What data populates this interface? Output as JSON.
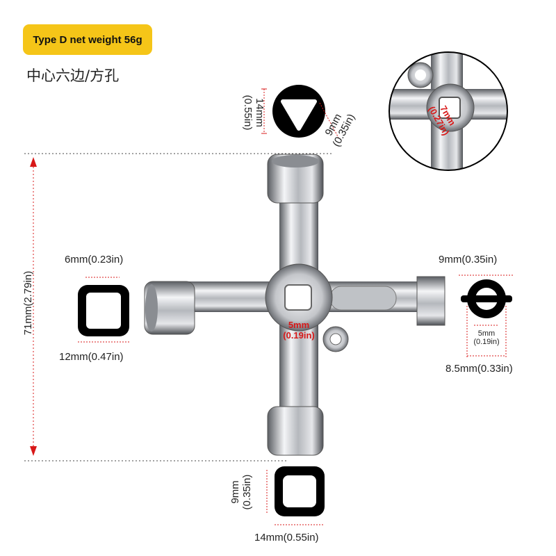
{
  "badge": {
    "label": "Type D net weight 56g"
  },
  "subtitle": {
    "text": "中心六边/方孔"
  },
  "dimensions": {
    "triangle_height": "14mm\n(0.55in)",
    "triangle_side": "9mm\n(0.35in)",
    "overall_height": "71mm(2.79in)",
    "left_square_inner": "6mm(0.23in)",
    "left_square_outer": "12mm(0.47in)",
    "center_square": "5mm\n(0.19in)",
    "right_outer": "9mm(0.35in)",
    "right_inner": "5mm\n(0.19in)",
    "right_bottom": "8.5mm(0.33in)",
    "bottom_square_height": "9mm\n(0.35in)",
    "bottom_square_width": "14mm(0.55in)",
    "zoom_label": "7mm\n(0.27in)"
  },
  "colors": {
    "badge": "#f5c518",
    "dimension_red": "#d81818",
    "guide": "#444444"
  }
}
